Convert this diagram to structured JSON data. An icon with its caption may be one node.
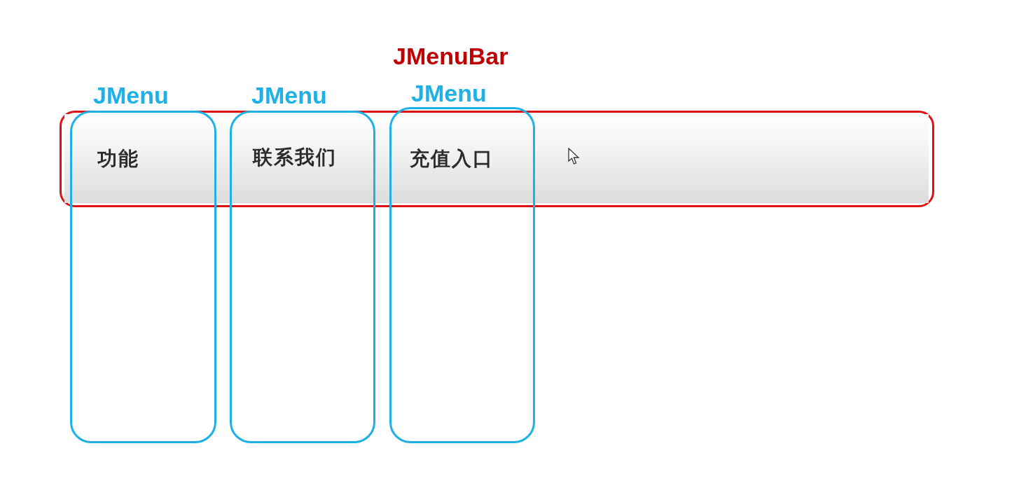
{
  "diagram": {
    "nodes": [
      {
        "text": [
          "JMenuBar"
        ]
      },
      {
        "text": [
          "JMenu",
          "功能"
        ]
      },
      {
        "text": [
          "JMenu",
          "联系我们"
        ]
      },
      {
        "text": [
          "JMenu",
          "充值入口"
        ]
      }
    ]
  }
}
